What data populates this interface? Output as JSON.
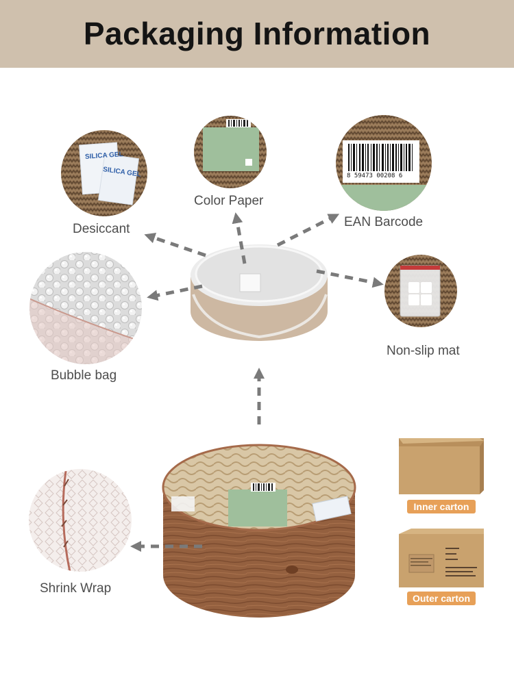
{
  "header": {
    "title": "Packaging Information"
  },
  "labels": {
    "desiccant": "Desiccant",
    "color_paper": "Color Paper",
    "ean_barcode": "EAN Barcode",
    "non_slip_mat": "Non-slip mat",
    "bubble_bag": "Bubble bag",
    "shrink_wrap": "Shrink Wrap",
    "inner_carton": "Inner carton",
    "outer_carton": "Outer carton"
  },
  "desiccant_print": {
    "line1": "SILICA GEL",
    "line2": "SILICA GEL"
  },
  "barcode": {
    "digits": "8  59473  00208  6"
  },
  "colors": {
    "header_bg": "#cfc0ad",
    "tag_bg": "#e7a058",
    "arrow": "#7a7a7a",
    "cardboard": "#8b6e50",
    "label_green": "#9fbf9c"
  }
}
